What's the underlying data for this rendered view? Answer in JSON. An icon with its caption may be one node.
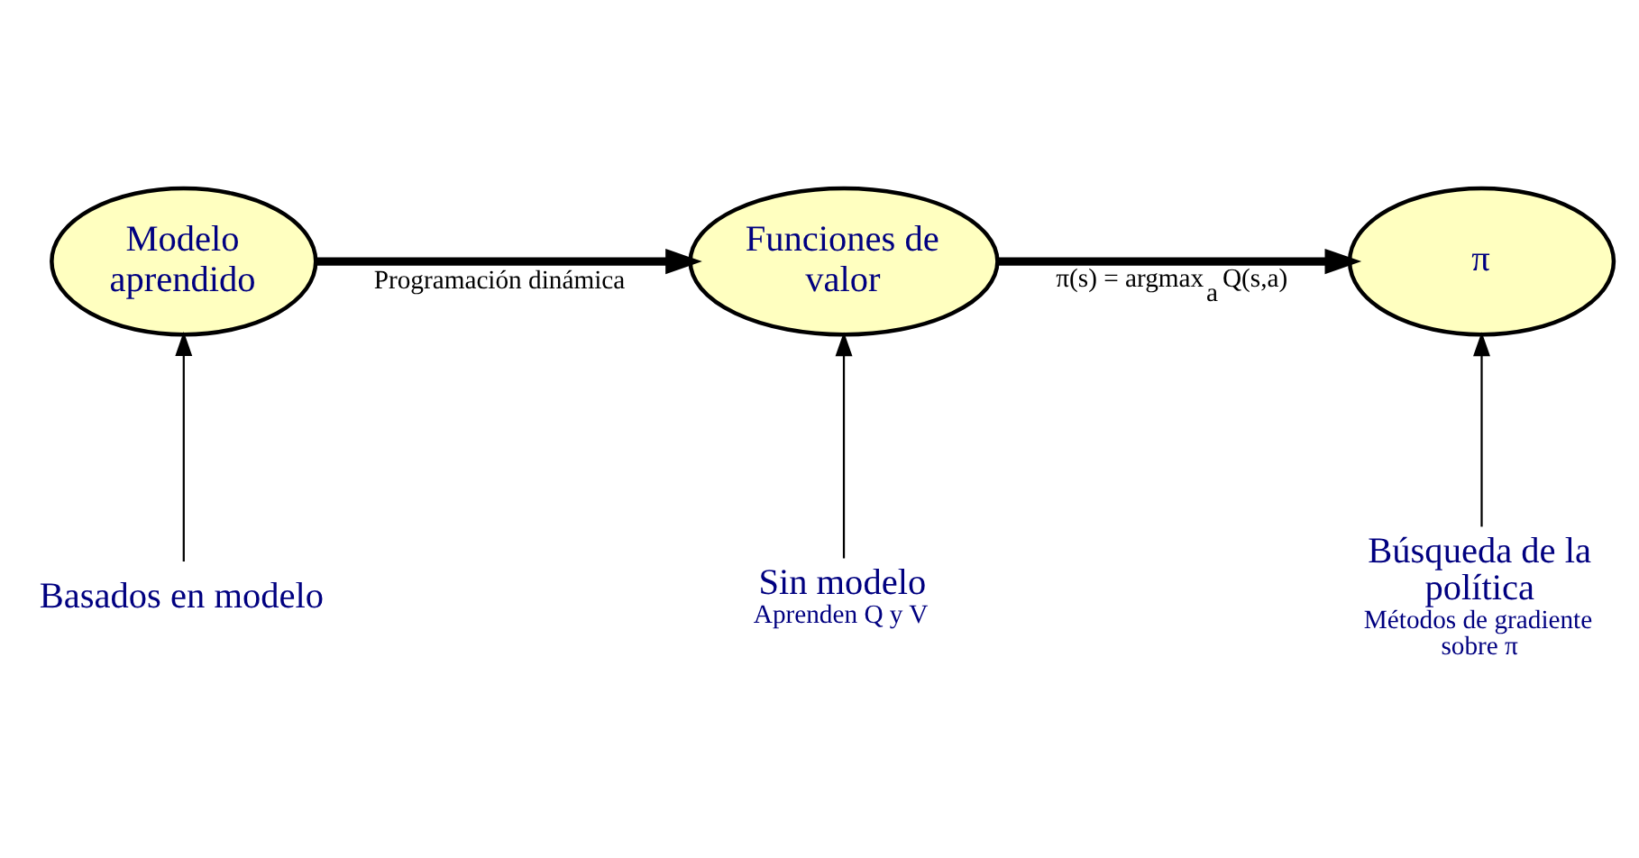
{
  "diagram": {
    "nodes": [
      {
        "text": [
          "Modelo aprendido"
        ]
      },
      {
        "text": [
          "Funciones de valor"
        ]
      },
      {
        "text": [
          "π"
        ]
      },
      {
        "text": [
          "Basados en modelo"
        ]
      },
      {
        "text": [
          "Sin modelo",
          "Aprenden Q y V"
        ]
      },
      {
        "text": [
          "Búsqueda de la política",
          "Métodos de gradiente sobre π"
        ]
      }
    ],
    "edges": [
      {
        "from": 0,
        "to": 1,
        "arrow": "to",
        "style": "thick",
        "label": "Programación dinámica"
      },
      {
        "from": 1,
        "to": 2,
        "arrow": "to",
        "style": "thick",
        "label": "π(s) = argmax$_{a}$ Q(s,a)"
      },
      {
        "from": 3,
        "to": 0,
        "arrow": "to"
      },
      {
        "from": 4,
        "to": 1,
        "arrow": "to"
      },
      {
        "from": 5,
        "to": 2,
        "arrow": "to"
      }
    ]
  }
}
